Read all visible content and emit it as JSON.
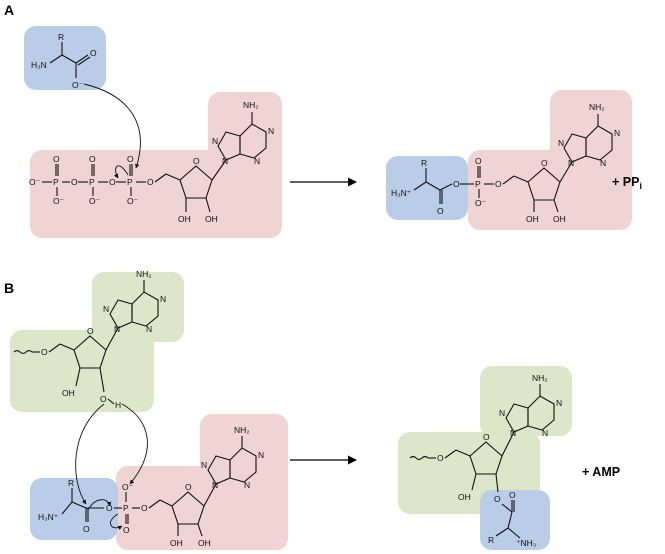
{
  "panels": {
    "a": "A",
    "b": "B"
  },
  "atoms": {
    "R": "R",
    "H3N": "H₃N",
    "H3N_plus": "H₃N⁺",
    "NH3_plus": "⁺NH₃",
    "NH2": "NH₂",
    "N": "N",
    "O": "O",
    "O_minus": "O⁻",
    "OH": "OH",
    "H": "H",
    "P": "P"
  },
  "products": {
    "ppi_prefix": "+ PP",
    "ppi_sub": "i",
    "amp": "+ AMP"
  },
  "colors": {
    "amino_acid": "#b9cde8",
    "amp_moiety": "#f0d3d3",
    "trna_ribose": "#dde6c8"
  }
}
